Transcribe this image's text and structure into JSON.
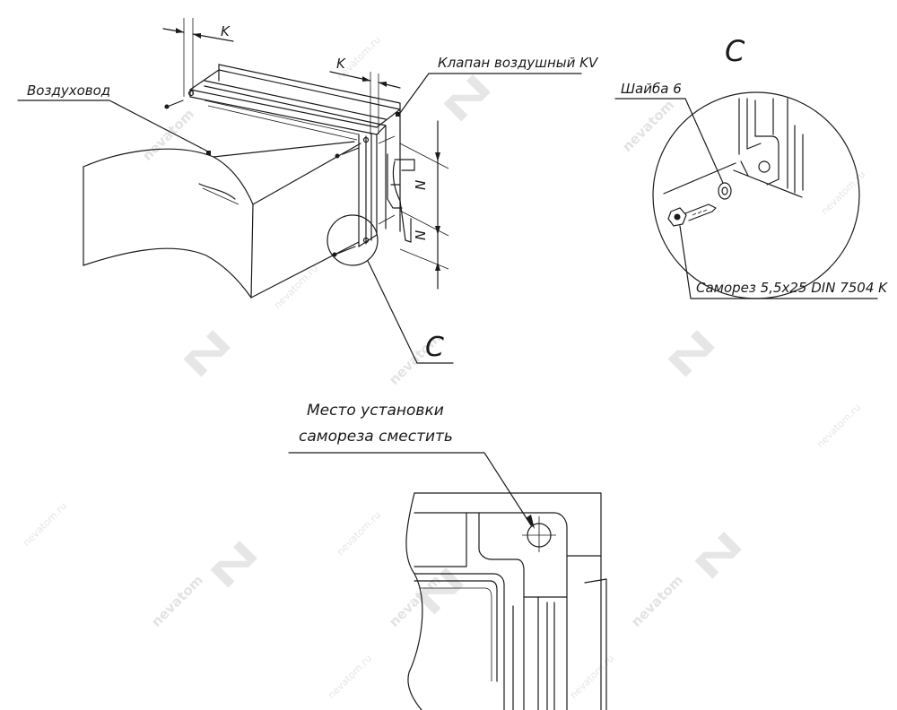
{
  "labels": {
    "duct": "Воздуховод",
    "valve": "Клапан воздушный KV",
    "washer": "Шайба 6",
    "screw": "Саморез 5,5x25 DIN 7504 K",
    "relocate_line1": "Место установки",
    "relocate_line2": "самореза сместить"
  },
  "dimensions": {
    "k_top": "K",
    "k_right": "K",
    "n_upper": "N",
    "n_lower": "N"
  },
  "callouts": {
    "detail_ref": "C",
    "detail_title": "C"
  },
  "watermark": {
    "brand": "nevatom",
    "url": "nevatom.ru"
  },
  "colors": {
    "ink": "#1a1a1a",
    "watermark": "#e3e3e3",
    "background": "#ffffff"
  }
}
